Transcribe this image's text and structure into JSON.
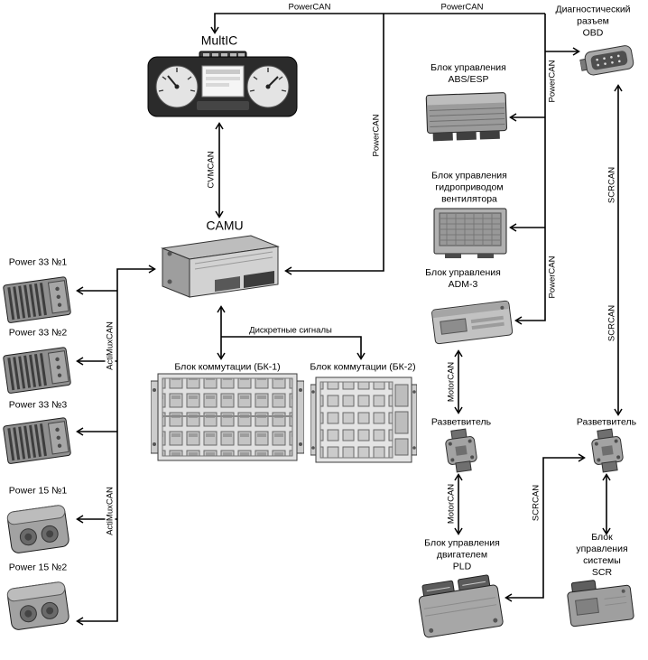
{
  "nodes": {
    "multic": {
      "label": "MultIC"
    },
    "camu": {
      "label": "CAMU"
    },
    "obd": {
      "label": "Диагностический\nразъем\nOBD"
    },
    "abs_esp": {
      "label": "Блок управления\nABS/ESP"
    },
    "fan": {
      "label": "Блок управления\nгидроприводом\nвентилятора"
    },
    "adm3": {
      "label": "Блок управления\nADM-3"
    },
    "splitter_left": {
      "label": "Разветвитель"
    },
    "splitter_right": {
      "label": "Разветвитель"
    },
    "pld": {
      "label": "Блок управления\nдвигателем\nPLD"
    },
    "scr": {
      "label": "Блок управления\nсистемы\nSCR"
    },
    "power33_1": {
      "label": "Power 33 №1"
    },
    "power33_2": {
      "label": "Power 33 №2"
    },
    "power33_3": {
      "label": "Power 33 №3"
    },
    "power15_1": {
      "label": "Power 15 №1"
    },
    "power15_2": {
      "label": "Power 15 №2"
    },
    "bk1": {
      "label": "Блок коммутации (БК-1)"
    },
    "bk2": {
      "label": "Блок коммутации (БК-2)"
    }
  },
  "buses": {
    "powercan": "PowerCAN",
    "cvmcan": "CVMCAN",
    "actimuxcan": "ActiMuxCAN",
    "motorcan": "MotorCAN",
    "scrcan": "SCRCAN",
    "discrete": "Дискретные сигналы"
  },
  "colors": {
    "wire": "#000000",
    "background": "#ffffff"
  }
}
